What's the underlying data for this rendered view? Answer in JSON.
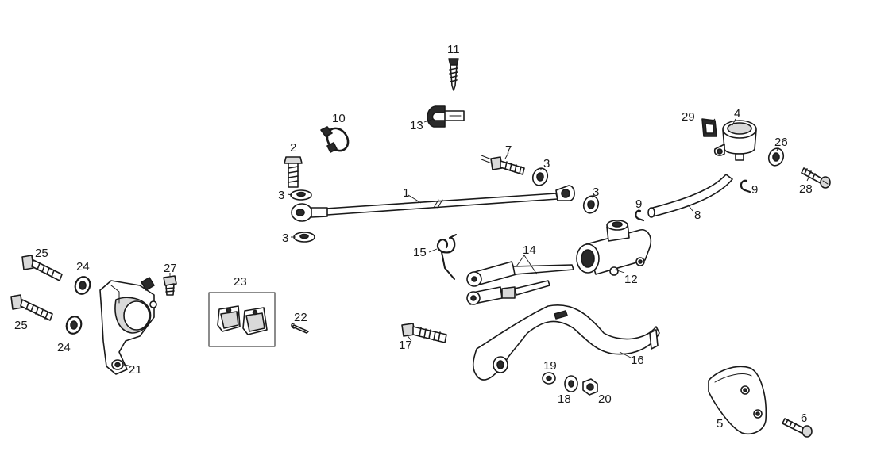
{
  "labels": {
    "p1": "1",
    "p2": "2",
    "p3a": "3",
    "p3b": "3",
    "p3c": "3",
    "p3d": "3",
    "p4": "4",
    "p5": "5",
    "p6": "6",
    "p7": "7",
    "p8": "8",
    "p9a": "9",
    "p9b": "9",
    "p10": "10",
    "p11": "11",
    "p12": "12",
    "p13": "13",
    "p14": "14",
    "p15": "15",
    "p16": "16",
    "p17": "17",
    "p18": "18",
    "p19": "19",
    "p20": "20",
    "p21": "21",
    "p22": "22",
    "p23": "23",
    "p24a": "24",
    "p24b": "24",
    "p25a": "25",
    "p25b": "25",
    "p26": "26",
    "p27": "27",
    "p28": "28",
    "p29": "29"
  }
}
